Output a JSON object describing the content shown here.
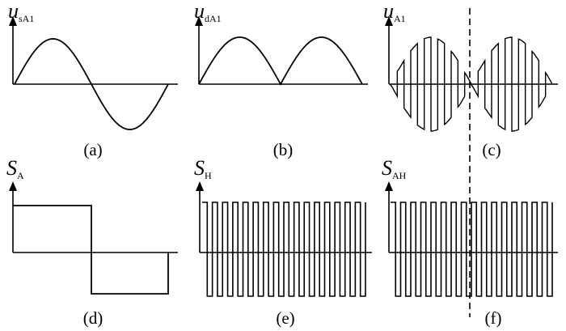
{
  "panels": [
    {
      "id": "a",
      "caption": "(a)",
      "symbol": "u",
      "subscript": "sA1"
    },
    {
      "id": "b",
      "caption": "(b)",
      "symbol": "u",
      "subscript": "dA1"
    },
    {
      "id": "c",
      "caption": "(c)",
      "symbol": "u",
      "subscript": "A1"
    },
    {
      "id": "d",
      "caption": "(d)",
      "symbol": "S",
      "subscript": "A"
    },
    {
      "id": "e",
      "caption": "(e)",
      "symbol": "S",
      "subscript": "H"
    },
    {
      "id": "f",
      "caption": "(f)",
      "symbol": "S",
      "subscript": "AH"
    }
  ],
  "colors": {
    "ink": "#000000",
    "background": "#ffffff"
  }
}
